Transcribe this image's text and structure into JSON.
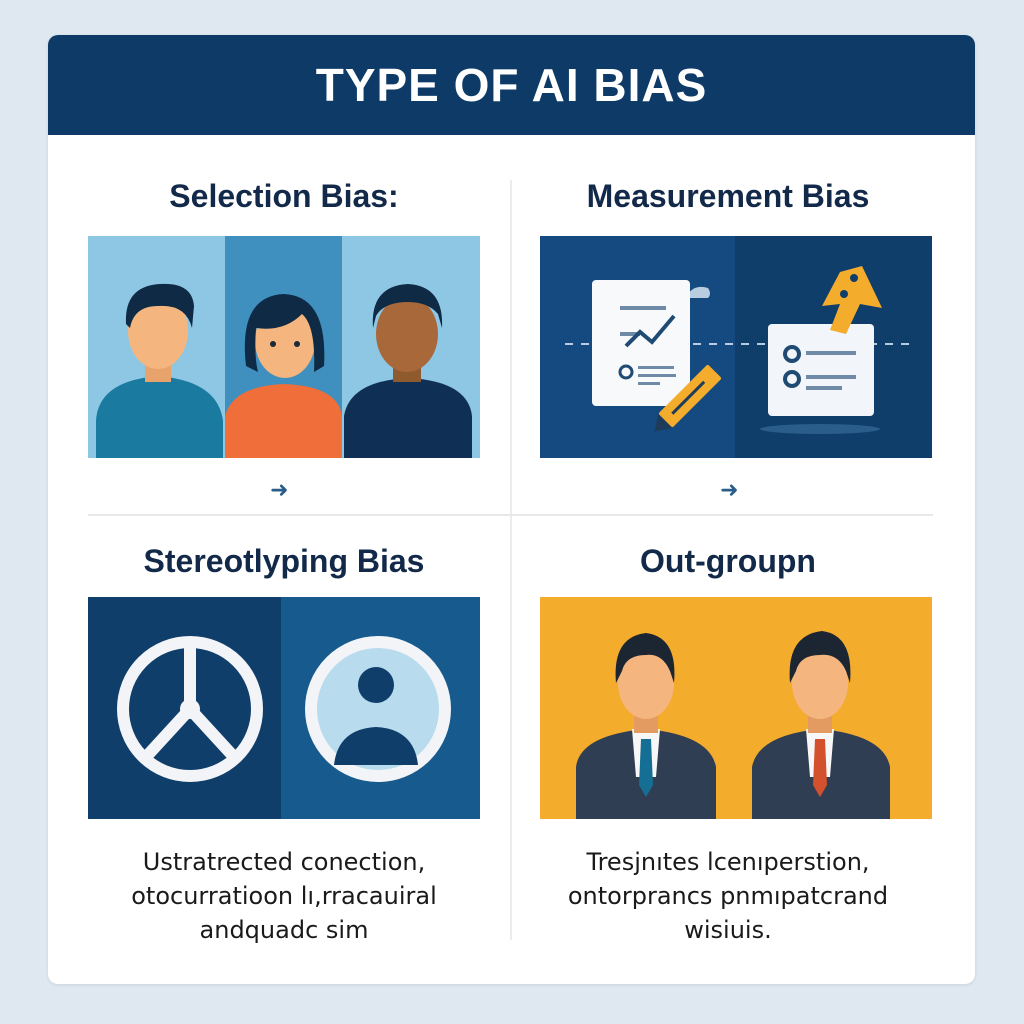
{
  "header": {
    "title": "TYPE OF AI BIAS"
  },
  "colors": {
    "banner": "#0d3a66",
    "title_text": "#13294a",
    "light_blue": "#8ec7e4",
    "mid_blue": "#3f8fbf",
    "navy": "#0f3e6b",
    "amber": "#f3ac2c"
  },
  "sections": [
    {
      "title": "Selection Bias:",
      "illustration": "three-diverse-people",
      "connector": "arrow-right-icon"
    },
    {
      "title": "Measurement Bias",
      "illustration": "chart-document-and-checklist",
      "connector": "arrow-right-icon"
    },
    {
      "title": "Stereotlyping Bias",
      "illustration": "peace-symbol-and-person-circle",
      "description": [
        "Ustratrected conection,",
        "otocurratioon lı,rracauiral",
        "andquadc sim"
      ]
    },
    {
      "title": "Out-groupn",
      "illustration": "two-businessmen",
      "description": [
        "Tresjnıtes lcenıperstion,",
        "ontorprancs pnmıpatcrand",
        "wisiuis."
      ]
    }
  ],
  "connector_glyph": "➜"
}
